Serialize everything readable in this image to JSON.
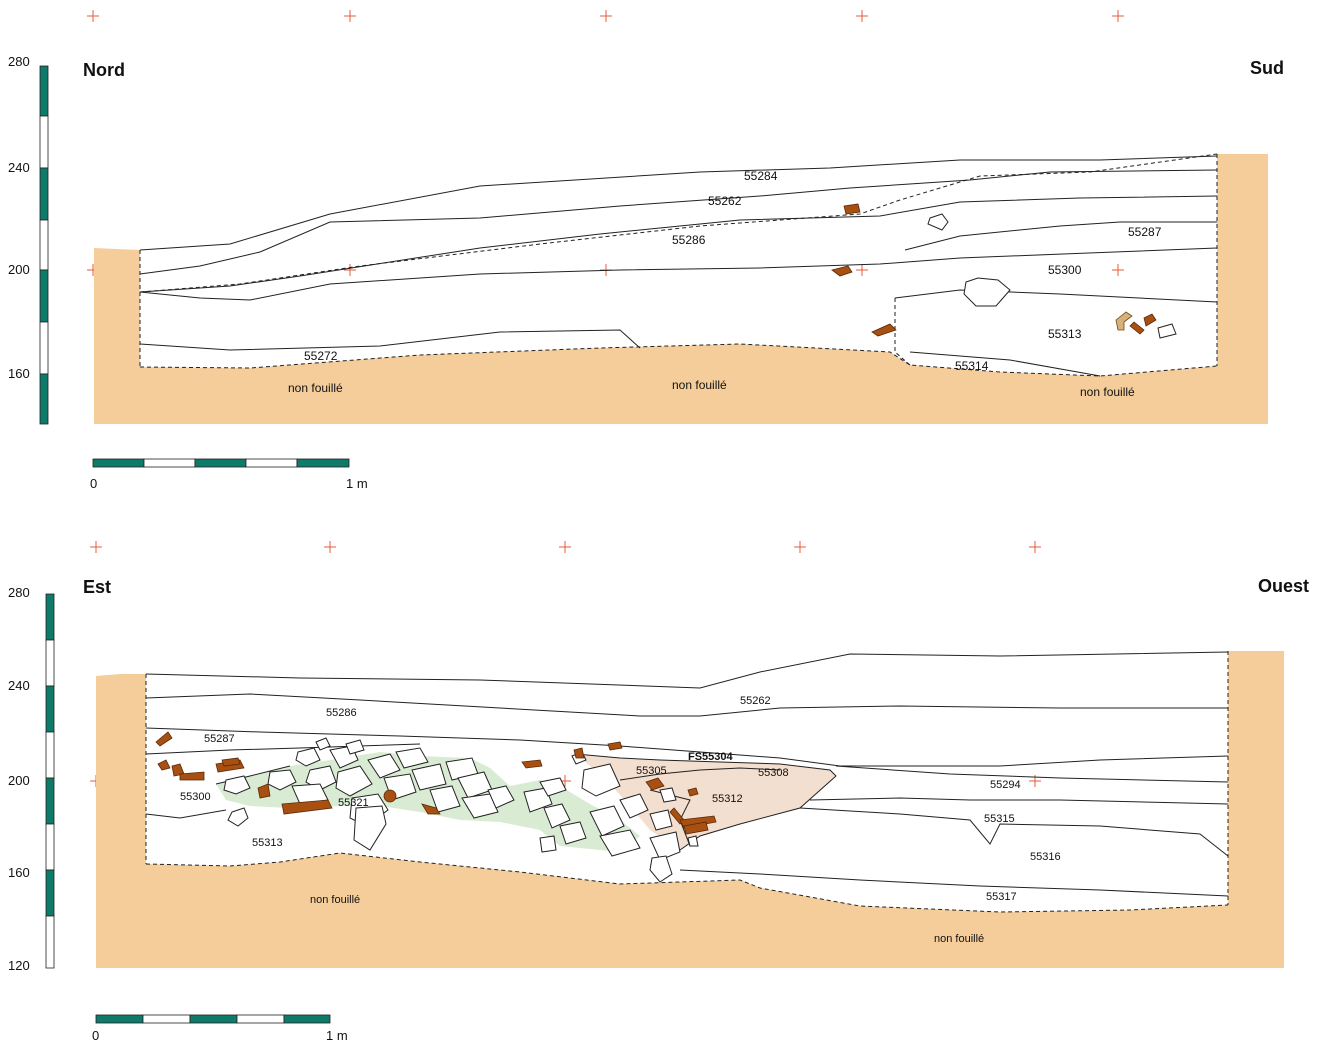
{
  "colors": {
    "natural_ground": "#f5cd9a",
    "scale_dark": "#0e7a6a",
    "grid_cross": "#e85a3a",
    "fill_green": "#d9ecd3",
    "fill_pink": "#f3dfcf",
    "brick": "#a84f12",
    "bone": "#d7b07a"
  },
  "section_north_south": {
    "left_label": "Nord",
    "right_label": "Sud",
    "vertical_ticks": [
      "280",
      "240",
      "200",
      "160"
    ],
    "layers": {
      "l55284": "55284",
      "l55262": "55262",
      "l55286": "55286",
      "l55287": "55287",
      "l55300": "55300",
      "l55313": "55313",
      "l55314": "55314",
      "l55272": "55272"
    },
    "unexcavated": [
      "non fouillé",
      "non fouillé",
      "non fouillé"
    ],
    "scale": {
      "start": "0",
      "end": "1 m"
    }
  },
  "section_east_west": {
    "left_label": "Est",
    "right_label": "Ouest",
    "vertical_ticks": [
      "280",
      "240",
      "200",
      "160",
      "120"
    ],
    "layers": {
      "l55262": "55262",
      "l55286": "55286",
      "l55287": "55287",
      "l55300": "55300",
      "l55321": "55321",
      "l55313": "55313",
      "l55305": "55305",
      "fs": "FS55304",
      "l55308": "55308",
      "l55312": "55312",
      "l55294": "55294",
      "l55315": "55315",
      "l55316": "55316",
      "l55317": "55317"
    },
    "unexcavated": [
      "non fouillé",
      "non fouillé"
    ],
    "scale": {
      "start": "0",
      "end": "1 m"
    }
  }
}
